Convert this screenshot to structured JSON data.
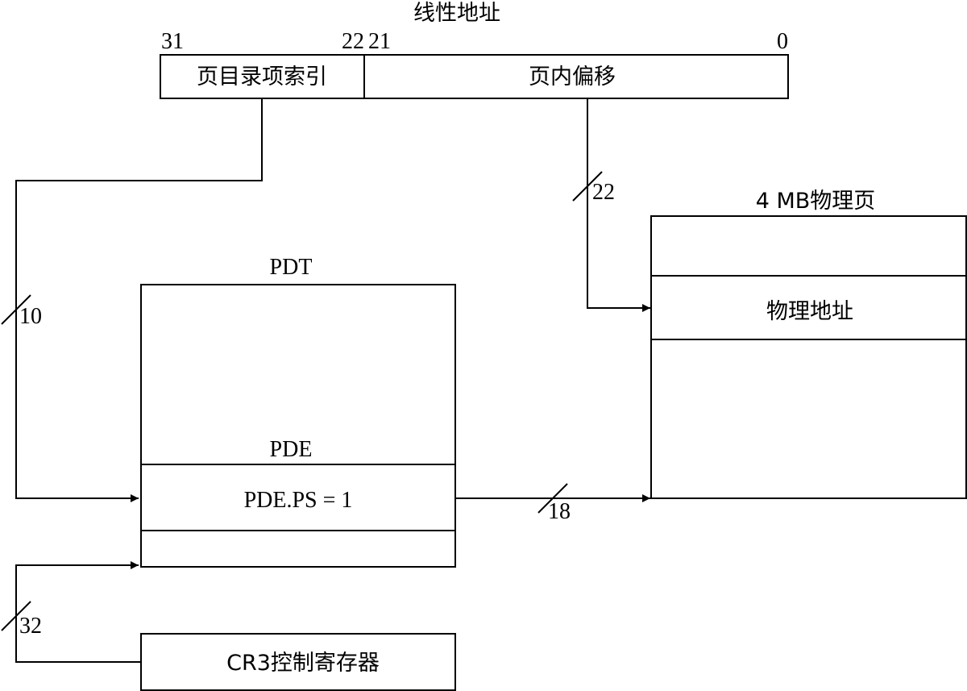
{
  "linear_address": {
    "title": "线性地址",
    "bit_labels": [
      "31",
      "22",
      "21",
      "0"
    ],
    "fields": [
      "页目录项索引",
      "页内偏移"
    ]
  },
  "physical_page": {
    "title": "4 MB物理页",
    "address_label": "物理地址"
  },
  "pdt": {
    "title": "PDT",
    "entry_label": "PDE",
    "entry_value": "PDE.PS = 1"
  },
  "cr3": {
    "label": "CR3控制寄存器"
  },
  "bus_widths": {
    "dir_index": "10",
    "offset": "22",
    "pde_to_page": "18",
    "cr3_to_pdt": "32"
  }
}
